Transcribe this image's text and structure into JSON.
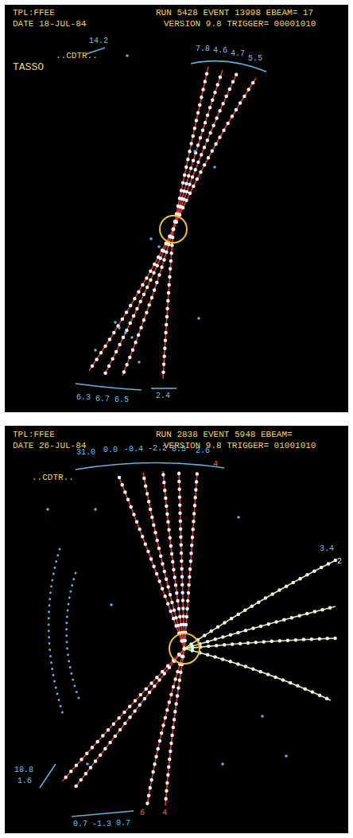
{
  "diagram": {
    "labels": [
      "TPL:FFEE",
      "DATE 18-JUL-84",
      "RUN 5428 EVENT 13998 EBEAM= 17",
      "VERSION 9.8 TRIGGER= 00001010",
      "TASSO",
      "..CDTR..",
      "14.2",
      "7.8",
      "4.6",
      "4.7",
      "5.5",
      "6.3",
      "6.7",
      "6.5",
      "2.4",
      "TPL:FFEE",
      "DATE 26-JUL-84",
      "RUN 2838 EVENT 5948 EBEAM=",
      "VERSION 9.8 TRIGGER= 01001010",
      "..CDTR..",
      "31.0",
      "0.0",
      "-0.4",
      "-2.2",
      "0.5",
      "2.6",
      "4",
      "3.4",
      "2",
      "18.8",
      "1.6",
      "0.7",
      "-1.3",
      "0.7",
      "6",
      "4"
    ]
  }
}
